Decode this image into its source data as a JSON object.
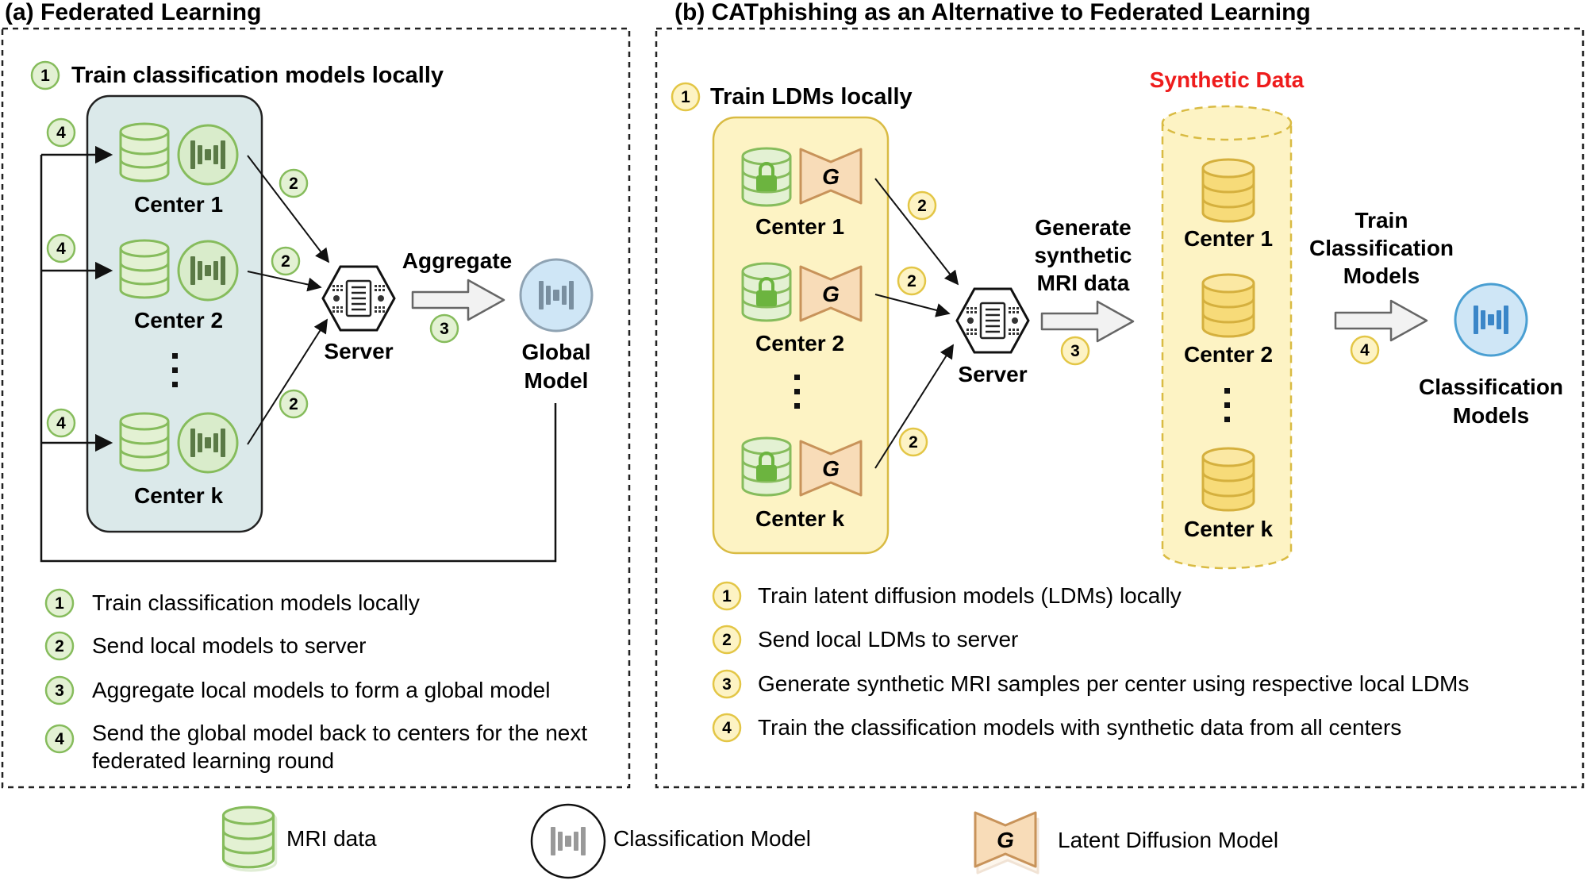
{
  "panel_a": {
    "title": "(a) Federated Learning",
    "step_header": {
      "num": "1",
      "text": "Train classification models locally"
    },
    "centers": [
      {
        "label": "Center 1"
      },
      {
        "label": "Center 2"
      },
      {
        "label": "Center k"
      }
    ],
    "server_label": "Server",
    "aggregate_label": "Aggregate",
    "global_model_label": [
      "Global",
      "Model"
    ],
    "badges": {
      "send": "2",
      "aggregate": "3",
      "return": "4"
    },
    "steps": [
      {
        "num": "1",
        "lines": [
          "Train classification models locally"
        ]
      },
      {
        "num": "2",
        "lines": [
          "Send local models to server"
        ]
      },
      {
        "num": "3",
        "lines": [
          "Aggregate local models to form a global model"
        ]
      },
      {
        "num": "4",
        "lines": [
          "Send the global model back to centers for the next",
          "federated learning round"
        ]
      }
    ]
  },
  "panel_b": {
    "title": "(b) CATphishing as an Alternative to Federated Learning",
    "step_header": {
      "num": "1",
      "text": "Train LDMs locally"
    },
    "centers": [
      {
        "label": "Center 1"
      },
      {
        "label": "Center 2"
      },
      {
        "label": "Center k"
      }
    ],
    "ldm_letter": "G",
    "server_label": "Server",
    "generate_label": [
      "Generate",
      "synthetic",
      "MRI data"
    ],
    "synthetic_title": "Synthetic Data",
    "synthetic_centers": [
      {
        "label": "Center 1"
      },
      {
        "label": "Center 2"
      },
      {
        "label": "Center k"
      }
    ],
    "train_label": [
      "Train",
      "Classification",
      "Models"
    ],
    "classification_label": [
      "Classification",
      "Models"
    ],
    "badges": {
      "send": "2",
      "generate": "3",
      "train": "4"
    },
    "steps": [
      {
        "num": "1",
        "text": "Train latent diffusion models (LDMs) locally"
      },
      {
        "num": "2",
        "text": "Send local LDMs to server"
      },
      {
        "num": "3",
        "text": "Generate synthetic MRI samples per center using respective local LDMs"
      },
      {
        "num": "4",
        "text": "Train the classification models with synthetic data from all centers"
      }
    ]
  },
  "legend": {
    "mri": "MRI data",
    "classification": "Classification Model",
    "ldm": "Latent Diffusion Model",
    "ldm_letter": "G"
  },
  "colors": {
    "green_fill": "#e3f1d3",
    "green_stroke": "#86bc5c",
    "yellow_fill": "#fdf3c4",
    "yellow_stroke": "#e3c646",
    "blue_panel": "#dbe9ea",
    "orange_fill": "#f8dcb8",
    "orange_stroke": "#c8935a",
    "synthetic_title": "#ee1c1c",
    "model_blue": "#cfe6f6"
  }
}
